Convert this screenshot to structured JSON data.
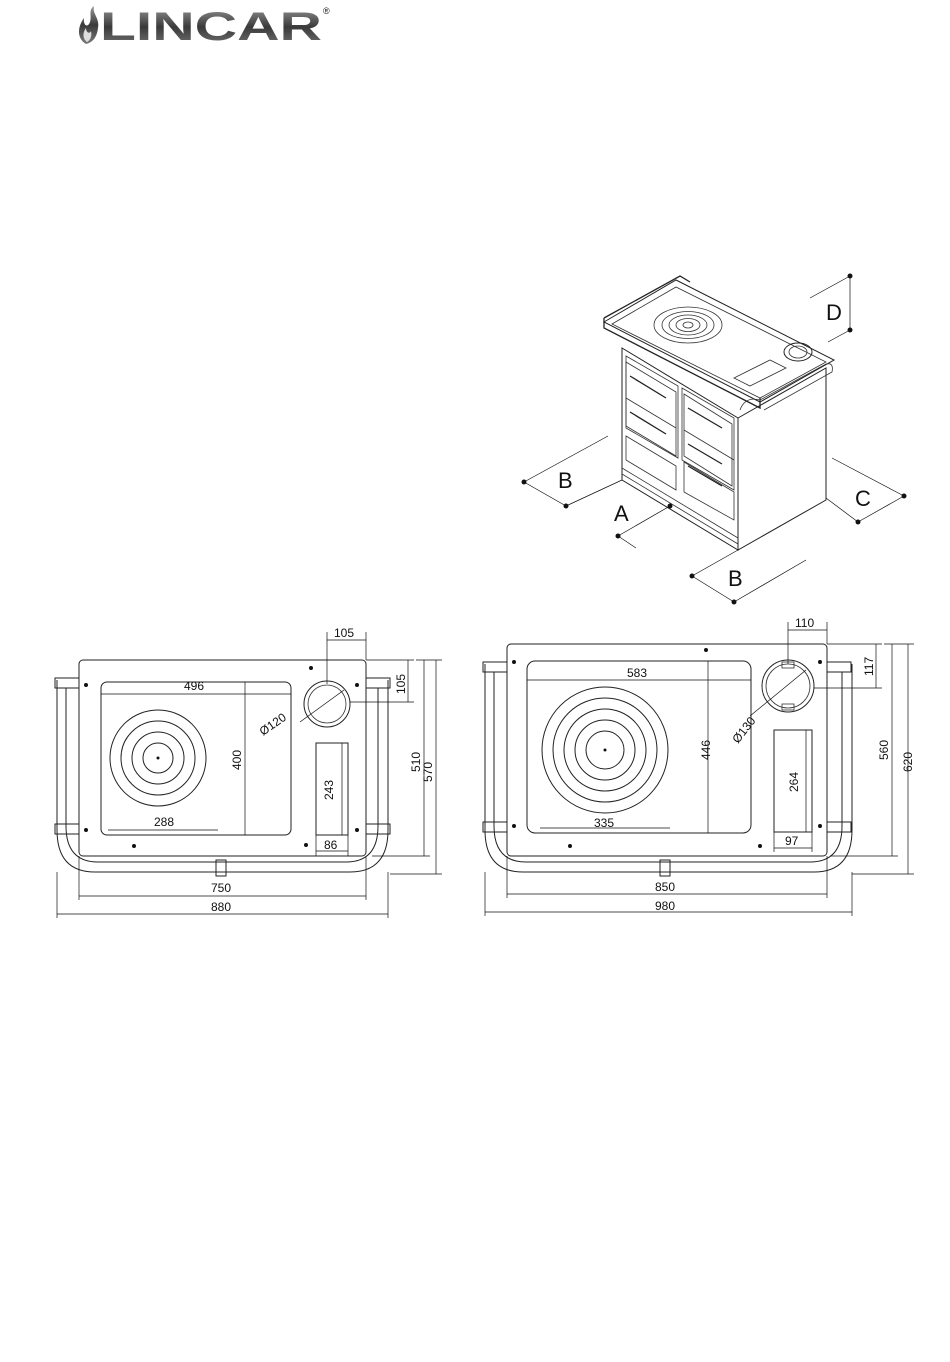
{
  "brand": {
    "name": "LINCAR",
    "registered_mark": "®"
  },
  "iso_view": {
    "labels": {
      "a": "A",
      "b_left": "B",
      "b_right": "B",
      "c": "C",
      "d": "D"
    }
  },
  "plan_small": {
    "width_inner": "750",
    "width_outer": "880",
    "hob_width": "496",
    "hob_height": "400",
    "plate_bottom": "288",
    "flue_offset": "105",
    "flue_offset_v": "105",
    "flue_diameter": "Ø120",
    "depth_top": "510",
    "depth_total": "570",
    "slot_height": "243",
    "slot_width": "86"
  },
  "plan_large": {
    "width_inner": "850",
    "width_outer": "980",
    "hob_width": "583",
    "hob_height": "446",
    "plate_bottom": "335",
    "flue_offset": "110",
    "flue_offset_v": "117",
    "flue_diameter": "Ø130",
    "depth_top": "560",
    "depth_total": "620",
    "slot_height": "264",
    "slot_width": "97"
  }
}
